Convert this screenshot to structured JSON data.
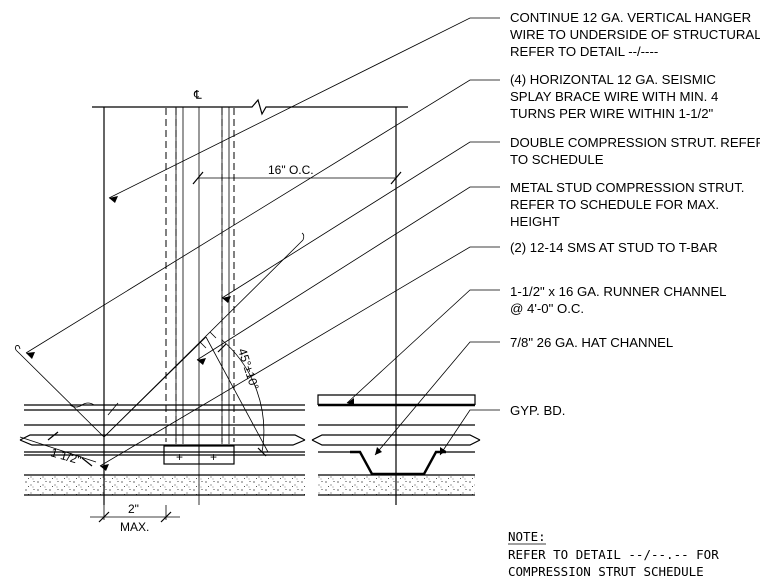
{
  "callouts": [
    {
      "lines": [
        "CONTINUE 12 GA. VERTICAL HANGER",
        "WIRE TO UNDERSIDE OF STRUCTURAL.",
        "REFER TO DETAIL --/----"
      ]
    },
    {
      "lines": [
        "(4) HORIZONTAL 12 GA. SEISMIC",
        "SPLAY BRACE WIRE WITH MIN. 4",
        "TURNS PER WIRE WITHIN 1-1/2\""
      ]
    },
    {
      "lines": [
        "DOUBLE COMPRESSION STRUT. REFER",
        "TO SCHEDULE"
      ]
    },
    {
      "lines": [
        "METAL STUD COMPRESSION STRUT.",
        "REFER TO SCHEDULE FOR MAX.",
        "HEIGHT"
      ]
    },
    {
      "lines": [
        "(2) 12-14 SMS AT STUD TO T-BAR"
      ]
    },
    {
      "lines": [
        "1-1/2\" x 16 GA. RUNNER CHANNEL",
        "@ 4'-0\" O.C."
      ]
    },
    {
      "lines": [
        "7/8\" 26 GA. HAT CHANNEL"
      ]
    },
    {
      "lines": [
        "GYP. BD."
      ]
    }
  ],
  "dimensions": {
    "spacing": "16\" O.C.",
    "angle": "45°±10°",
    "offset": "1 1/2\"",
    "max_width": "2\"",
    "max_label": "MAX.",
    "centerline": "℄"
  },
  "note": {
    "title": "NOTE:",
    "lines": [
      "REFER TO DETAIL --/--.-- FOR",
      "COMPRESSION STRUT SCHEDULE"
    ]
  }
}
